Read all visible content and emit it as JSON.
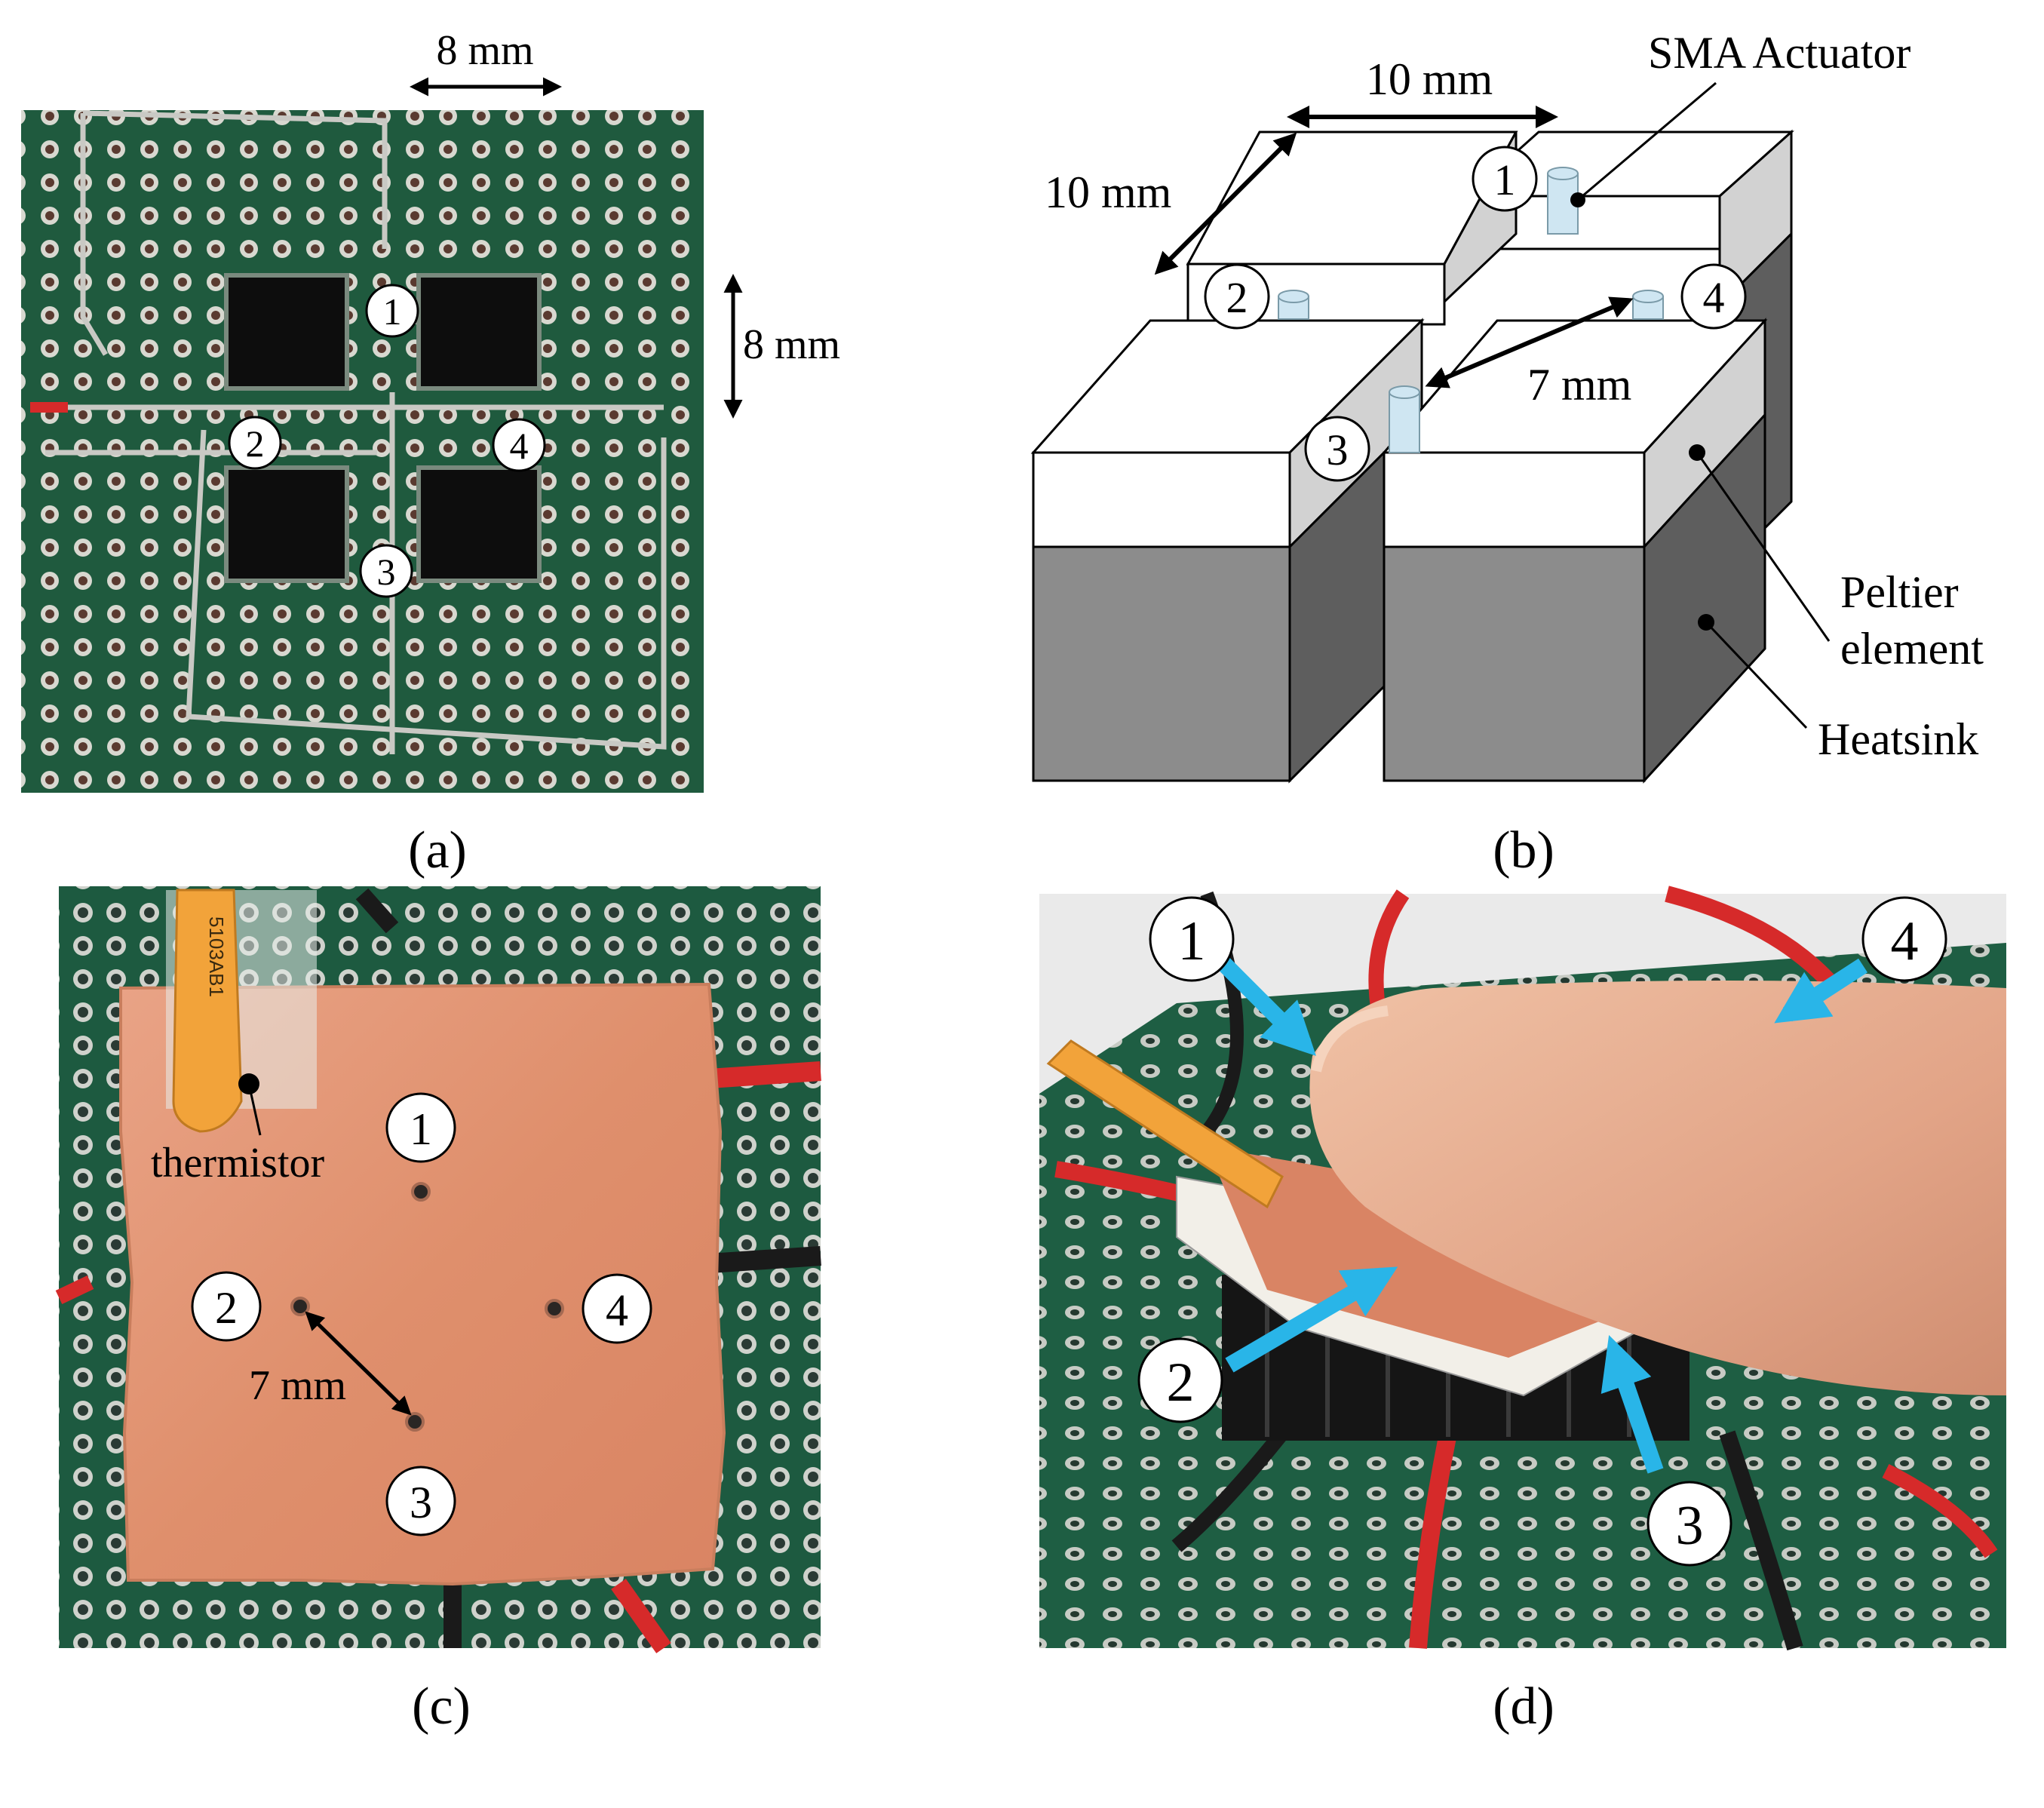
{
  "panels": {
    "a": {
      "caption": "(a)",
      "dim_horizontal": "8 mm",
      "dim_vertical": "8 mm",
      "markers": [
        "1",
        "2",
        "3",
        "4"
      ]
    },
    "b": {
      "caption": "(b)",
      "dim_width": "10 mm",
      "dim_depth": "10 mm",
      "dim_spacing": "7 mm",
      "label_actuator": "SMA Actuator",
      "label_peltier_1": "Peltier",
      "label_peltier_2": "element",
      "label_heatsink": "Heatsink",
      "markers": [
        "1",
        "2",
        "3",
        "4"
      ]
    },
    "c": {
      "caption": "(c)",
      "label_thermistor": "thermistor",
      "dim_spacing": "7 mm",
      "sticker_text": "5103AB1",
      "markers": [
        "1",
        "2",
        "3",
        "4"
      ]
    },
    "d": {
      "caption": "(d)",
      "markers": [
        "1",
        "2",
        "3",
        "4"
      ]
    }
  },
  "colors": {
    "pcb_green": "#1f5a3e",
    "copper": "#e0926e",
    "peltier_top": "#ffffff",
    "peltier_side": "#d2d2d2",
    "heatsink_front": "#8c8c8c",
    "heatsink_side": "#5e5e5e",
    "arrow_blue": "#29b5e8",
    "wire_red": "#d62a2a"
  }
}
